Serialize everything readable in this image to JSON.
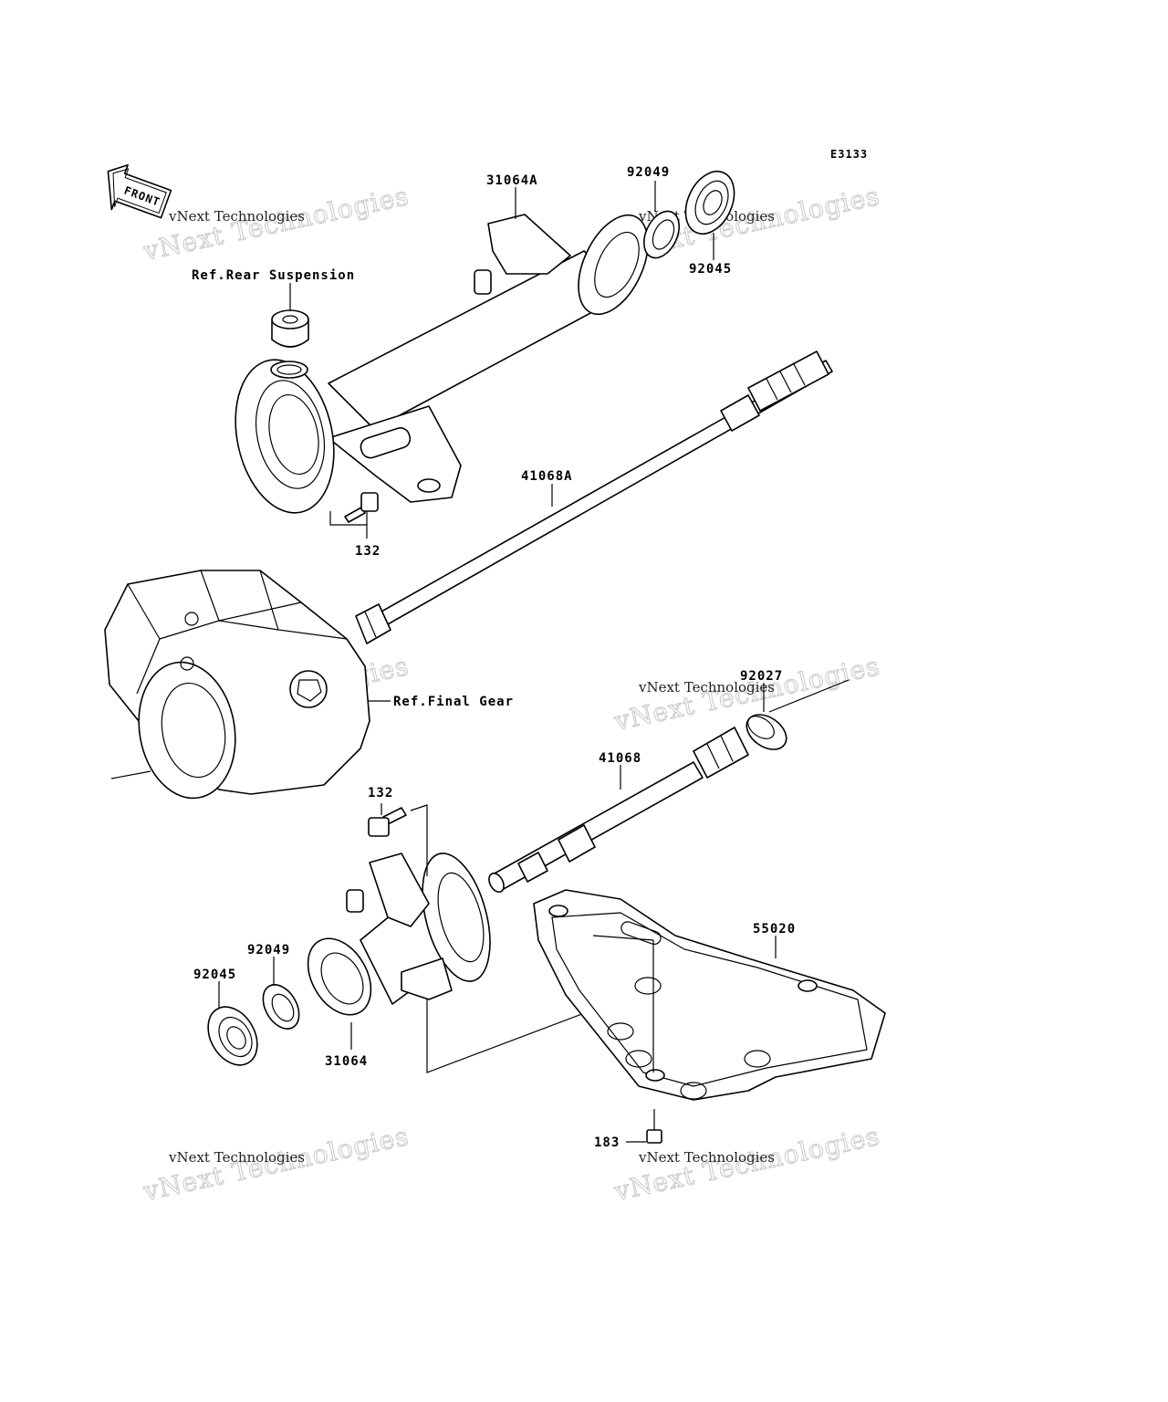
{
  "diagram": {
    "code": "E3133",
    "front_label": "FRONT",
    "watermark_small": "vNext Technologies",
    "watermark_big": "vNext Technologies",
    "labels": {
      "p31064A": "31064A",
      "p92049_top": "92049",
      "p92045_top": "92045",
      "ref_rear_suspension": "Ref.Rear Suspension",
      "p41068A": "41068A",
      "p132_top": "132",
      "ref_final_gear": "Ref.Final Gear",
      "p92027": "92027",
      "p41068": "41068",
      "p132_bottom": "132",
      "p55020": "55020",
      "p92049_bottom": "92049",
      "p92045_bottom": "92045",
      "p31064": "31064",
      "p183": "183"
    }
  }
}
